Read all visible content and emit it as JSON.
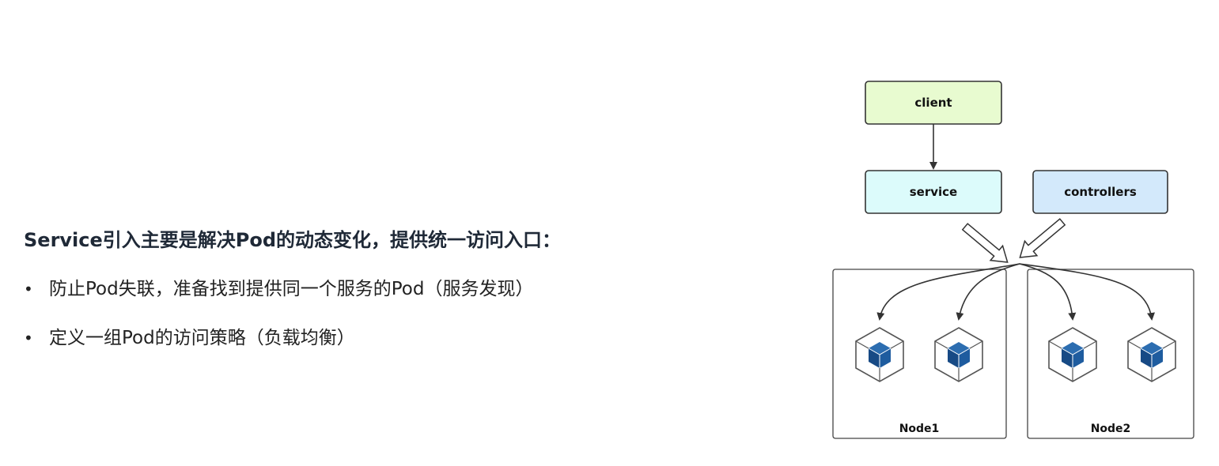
{
  "text": {
    "heading": "Service引入主要是解决Pod的动态变化，提供统一访问入口：",
    "bullets": [
      "防止Pod失联，准备找到提供同一个服务的Pod（服务发现）",
      "定义一组Pod的访问策略（负载均衡）"
    ],
    "bullet_symbol": "•"
  },
  "diagram": {
    "client": {
      "label": "client",
      "fill": "#e8fbd0",
      "stroke": "#333333"
    },
    "service": {
      "label": "service",
      "fill": "#dcfbfb",
      "stroke": "#333333"
    },
    "controllers": {
      "label": "controllers",
      "fill": "#d3e9fb",
      "stroke": "#333333"
    },
    "nodes": [
      {
        "label": "Node1"
      },
      {
        "label": "Node2"
      }
    ],
    "pod_icon": "pod-cube-icon",
    "pod_color": "#1a5a9a"
  }
}
